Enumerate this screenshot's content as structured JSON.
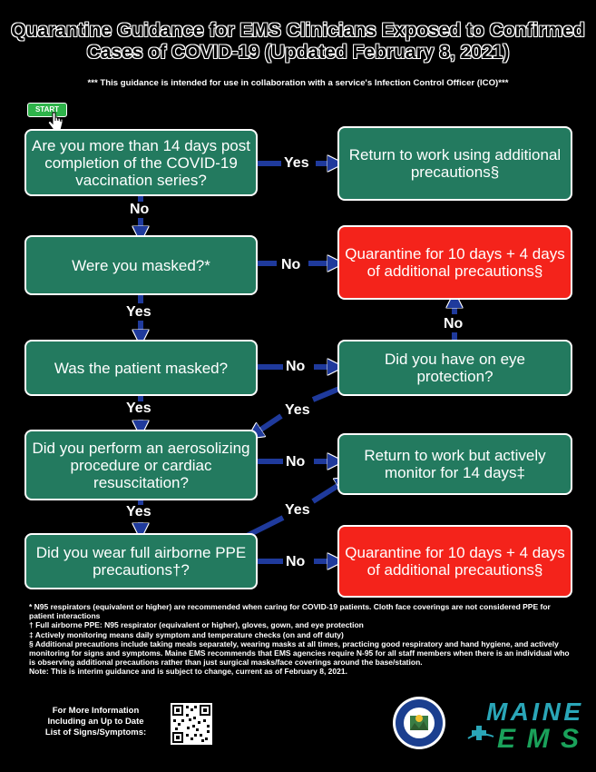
{
  "title": "Quarantine Guidance for EMS Clinicians Exposed to Confirmed Cases of COVID-19 (Updated February 8, 2021)",
  "subtitle": "*** This guidance is intended for use in collaboration with a service's Infection Control Officer (ICO)***",
  "start_label": "START",
  "boxes": {
    "q1": "Are you more than 14 days post completion of the COVID-19 vaccination series?",
    "r1": "Return to work using additional precautions§",
    "q2": "Were you masked?*",
    "r2": "Quarantine for 10 days + 4 days of additional precautions§",
    "q3": "Was the patient masked?",
    "q4": "Did you have on eye protection?",
    "q5": "Did you perform an aerosolizing procedure or cardiac resuscitation?",
    "r3": "Return to work but actively monitor for 14 days‡",
    "q6": "Did you wear full airborne PPE precautions†?",
    "r4": "Quarantine for 10 days + 4 days of additional precautions§"
  },
  "labels": {
    "yes": "Yes",
    "no": "No"
  },
  "notes": [
    "* N95 respirators (equivalent or higher) are recommended when caring for COVID-19 patients. Cloth face coverings are not considered PPE for patient interactions",
    "† Full airborne PPE: N95 respirator (equivalent or higher), gloves, gown, and eye protection",
    "‡ Actively monitoring means daily symptom and temperature checks (on and off duty)",
    "§ Additional precautions include taking meals separately, wearing masks at all times, practicing good respiratory and hand hygiene, and actively monitoring for signs and symptoms. Maine EMS recommends that EMS agencies require N-95 for all staff members when there is an individual who is observing additional precautions rather than just surgical masks/face coverings around the base/station.",
    "Note: This is interim guidance and is subject to change, current as of February 8, 2021."
  ],
  "more_info": "For More Information Including an Up to Date List of Signs/Symptoms:",
  "logo_text": "MAINE EMS",
  "colors": {
    "box_green": "#237a5f",
    "box_red": "#f4231b",
    "arrow_blue": "#1f3a9c",
    "background": "#000000"
  }
}
